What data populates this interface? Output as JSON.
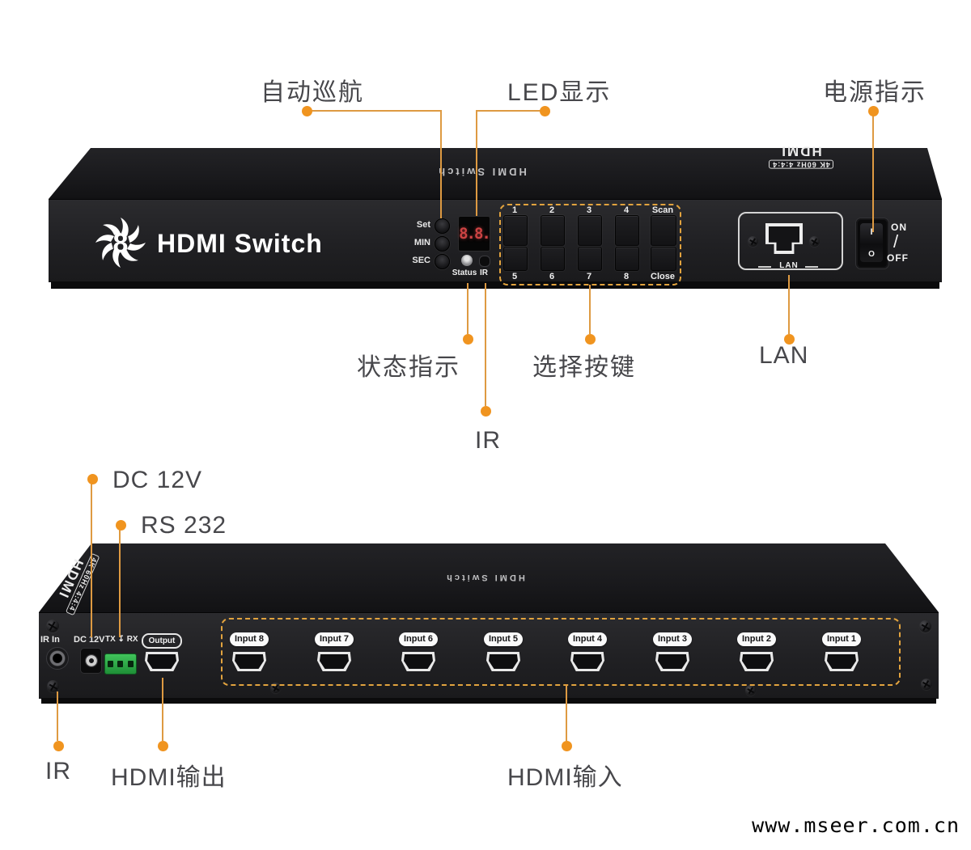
{
  "watermark": "www.mseer.com.cn",
  "colors": {
    "accent": "#F0941F",
    "line": "#DE9A42",
    "dashed_box": "#E2A33E",
    "panel": "#202023",
    "label_gray": "#47474B",
    "led_red": "#CC4343",
    "terminal_green": "#2EA84A"
  },
  "front": {
    "callout_auto_cruise": "自动巡航",
    "callout_led_display": "LED显示",
    "callout_power_indicator": "电源指示",
    "callout_status_indicator": "状态指示",
    "callout_select_buttons": "选择按键",
    "callout_lan": "LAN",
    "callout_ir": "IR",
    "logo_badge": "8",
    "logo_text": "HDMI Switch",
    "top_text": "HDMI Switch",
    "top_right_brand": "HDMI",
    "top_right_spec": "4K 60Hz 4:4:4",
    "timer_buttons": [
      "Set",
      "MIN",
      "SEC"
    ],
    "led_value": "8.8.",
    "status_label": "Status",
    "ir_label": "IR",
    "keypad_row1": [
      "1",
      "2",
      "3",
      "4",
      "Scan"
    ],
    "keypad_row2": [
      "5",
      "6",
      "7",
      "8",
      "Close"
    ],
    "lan_label": "LAN",
    "power": {
      "on": "ON",
      "off": "OFF",
      "slash": "/",
      "i": "I",
      "o": "O"
    }
  },
  "rear": {
    "callout_dc": "DC 12V",
    "callout_rs232": "RS 232",
    "callout_ir": "IR",
    "callout_hdmi_out": "HDMI输出",
    "callout_hdmi_in": "HDMI输入",
    "side_brand": "HDMI",
    "side_spec": "4K 60Hz 4:4:4",
    "top_text": "HDMI Switch",
    "ir_in_label": "IR In",
    "dc_label": "DC 12V",
    "serial_label": "TX ↧ RX",
    "output_label": "Output",
    "inputs": [
      "Input 8",
      "Input 7",
      "Input 6",
      "Input 5",
      "Input 4",
      "Input 3",
      "Input 2",
      "Input 1"
    ]
  }
}
